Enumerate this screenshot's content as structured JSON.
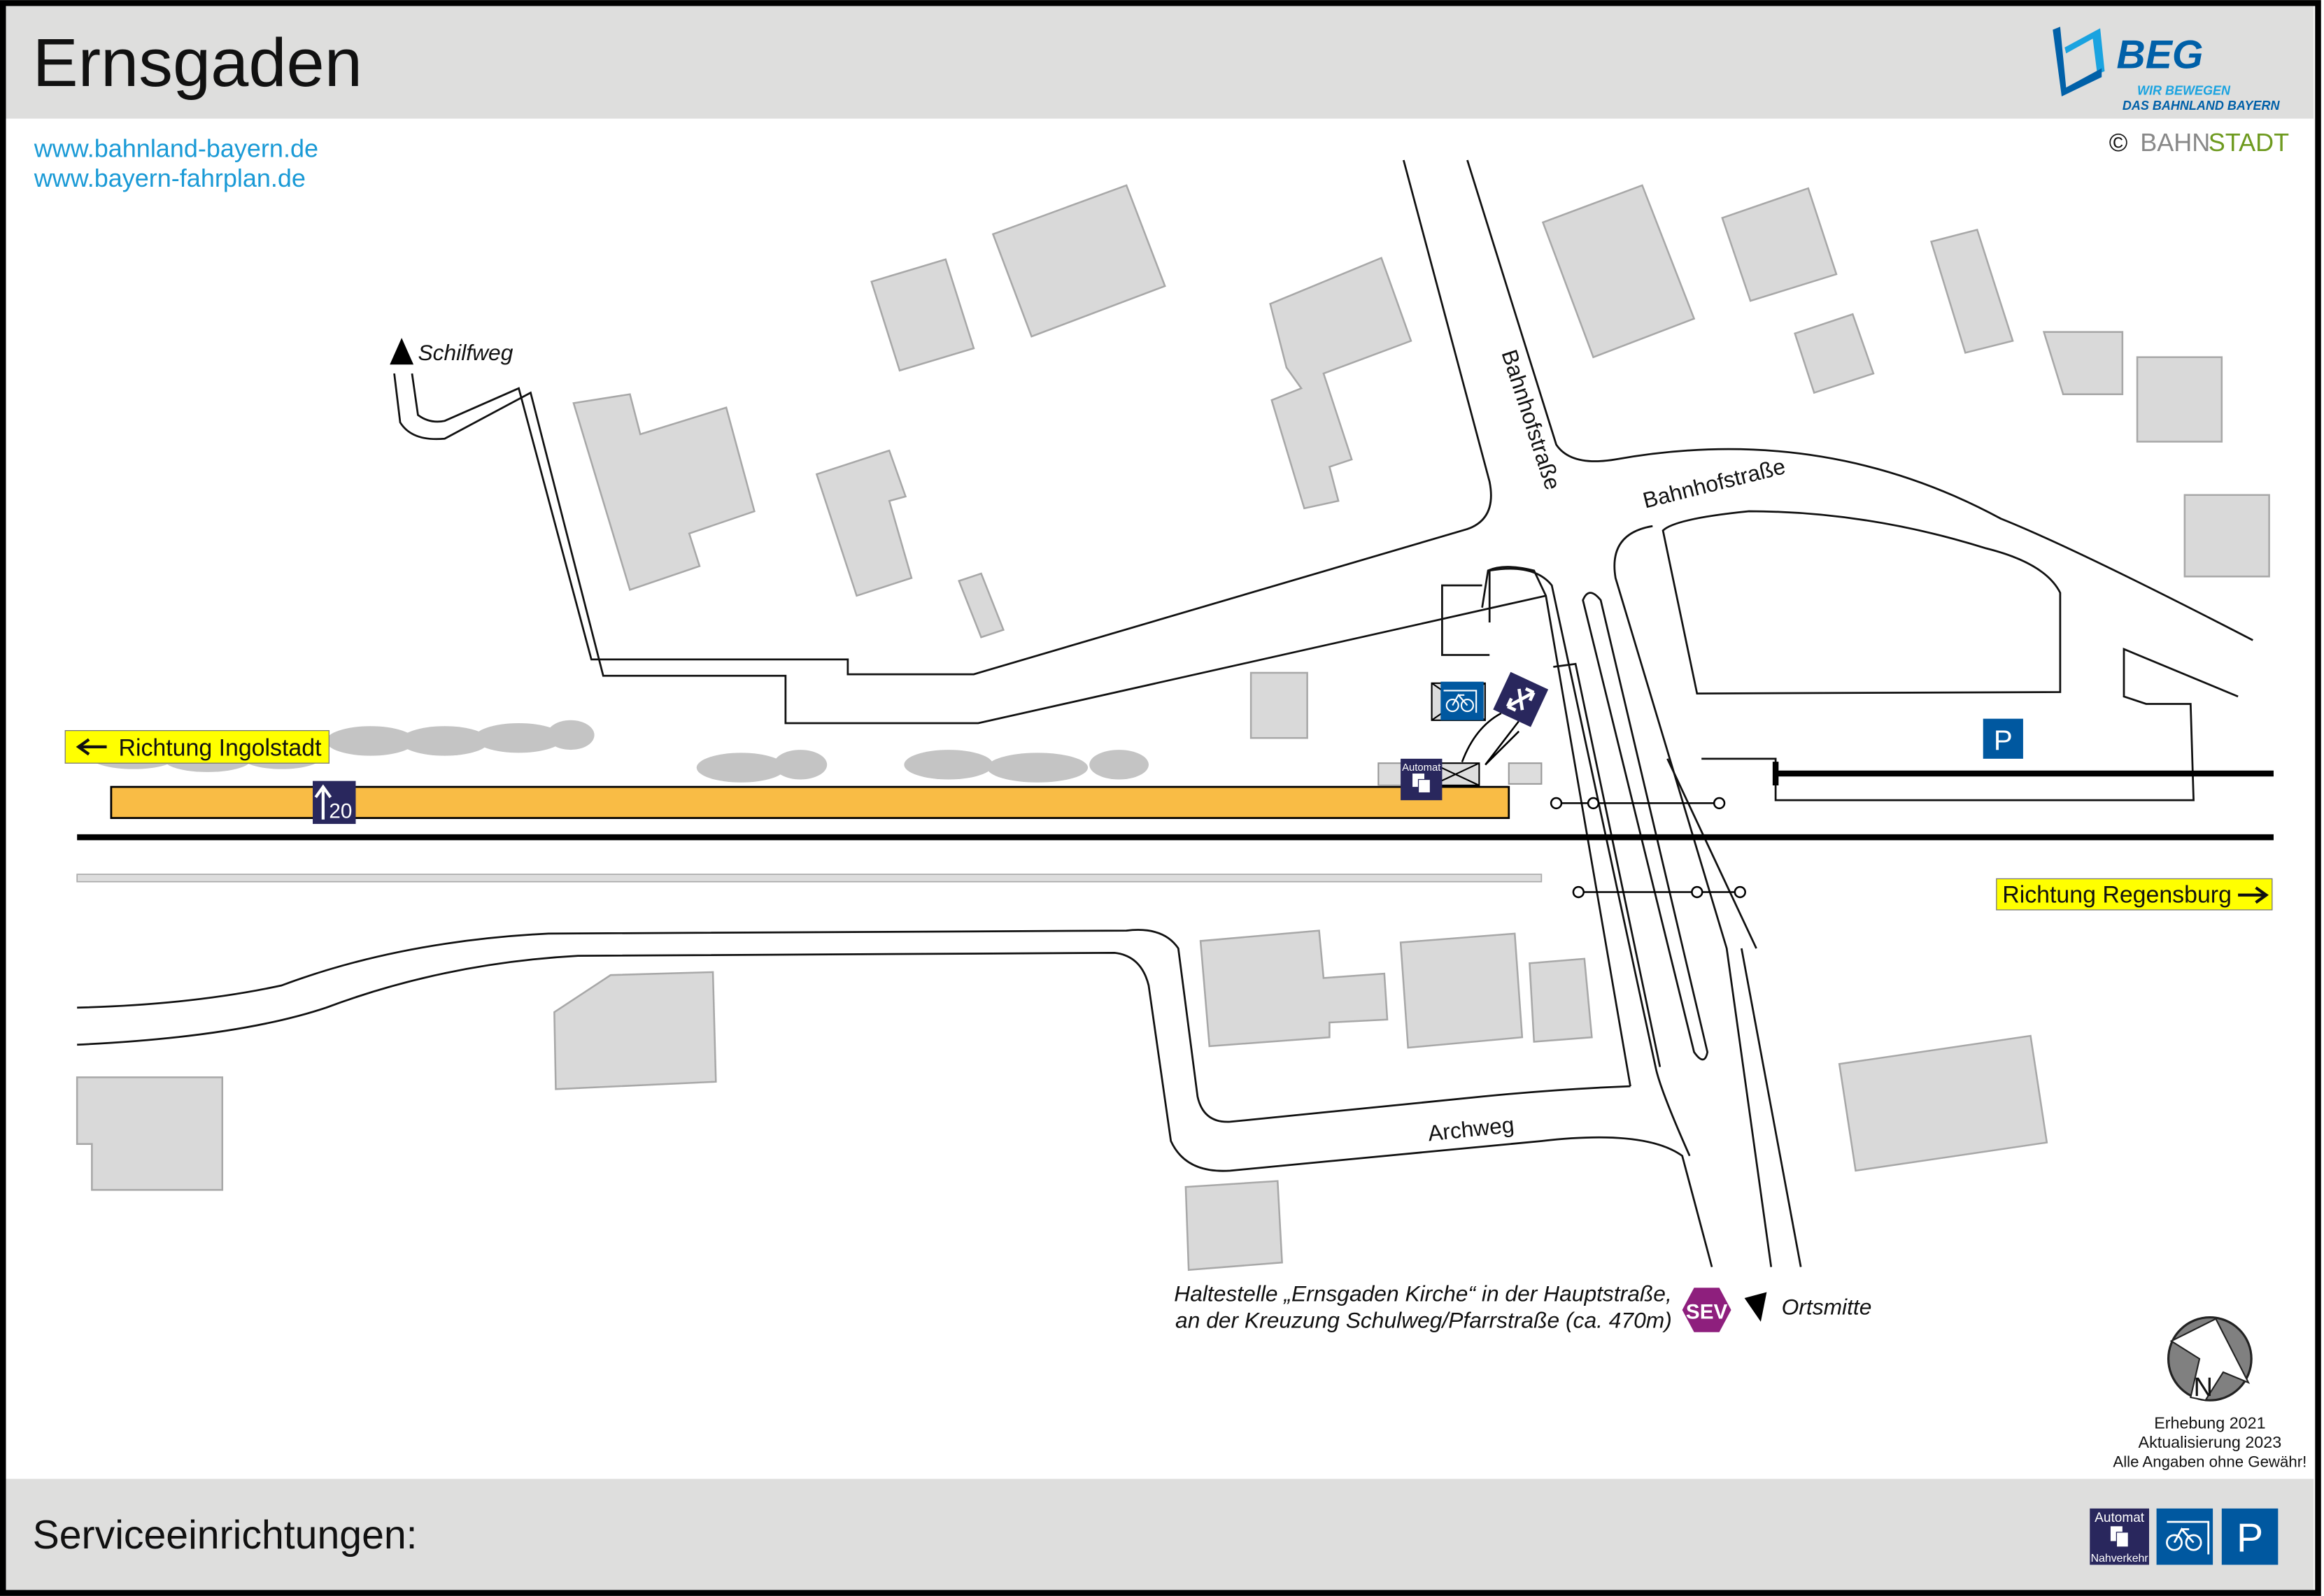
{
  "header": {
    "title": "Ernsgaden",
    "logo": {
      "name": "BEG",
      "slogan_line1": "WIR BEWEGEN",
      "slogan_line2": "DAS BAHNLAND BAYERN"
    },
    "copyright": {
      "symbol": "©",
      "part1": "BAHN",
      "part2": "STADT"
    }
  },
  "links": [
    "www.bahnland-bayern.de",
    "www.bayern-fahrplan.de"
  ],
  "map": {
    "streets": {
      "schilfweg": "Schilfweg",
      "bahnhofstrasse_vertical": "Bahnhofstraße",
      "bahnhofstrasse": "Bahnhofstraße",
      "archweg": "Archweg"
    },
    "direction_left": "Richtung Ingolstadt",
    "direction_right": "Richtung Regensburg",
    "platform_height_label": "20",
    "ticket_machine_label": "Automat",
    "parking_label": "P",
    "sev_label": "SEV",
    "bus_stop_note_line1": "Haltestelle „Ernsgaden Kirche“ in der Hauptstraße,",
    "bus_stop_note_line2": "an der Kreuzung Schulweg/Pfarrstraße (ca. 470m)",
    "town_centre": "Ortsmitte",
    "north_label": "N",
    "survey": "Erhebung 2021",
    "update": "Aktualisierung 2023",
    "disclaimer": "Alle Angaben ohne Gewähr!"
  },
  "footer": {
    "title": "Serviceeinrichtungen:",
    "services": [
      {
        "icon": "ticket-machine-icon",
        "label_top": "Automat",
        "label_bottom": "Nahverkehr"
      },
      {
        "icon": "bike-parking-icon"
      },
      {
        "icon": "parking-icon",
        "label": "P"
      }
    ]
  },
  "colors": {
    "header_bg": "#dededd",
    "platform": "#f9bc45",
    "sign_yellow": "#ffff00",
    "navy": "#29275d",
    "blue": "#0058a0",
    "sev": "#8e1f7d",
    "link": "#1a9ad6"
  }
}
